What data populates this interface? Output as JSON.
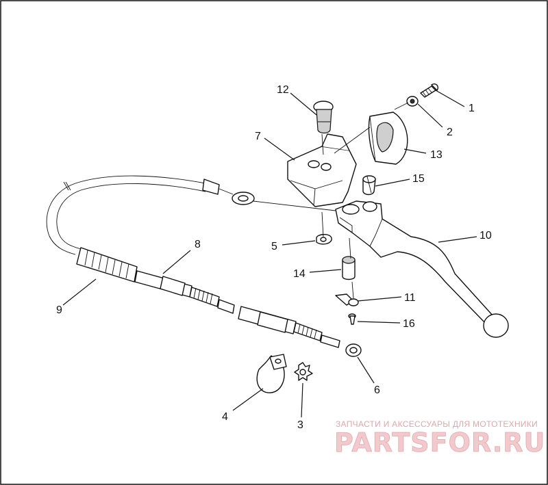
{
  "diagram": {
    "callouts": [
      {
        "id": "1",
        "label": "1"
      },
      {
        "id": "2",
        "label": "2"
      },
      {
        "id": "3",
        "label": "3"
      },
      {
        "id": "4",
        "label": "4"
      },
      {
        "id": "5",
        "label": "5"
      },
      {
        "id": "6",
        "label": "6"
      },
      {
        "id": "7",
        "label": "7"
      },
      {
        "id": "8",
        "label": "8"
      },
      {
        "id": "9",
        "label": "9"
      },
      {
        "id": "10",
        "label": "10"
      },
      {
        "id": "11",
        "label": "11"
      },
      {
        "id": "12",
        "label": "12"
      },
      {
        "id": "13",
        "label": "13"
      },
      {
        "id": "14",
        "label": "14"
      },
      {
        "id": "15",
        "label": "15"
      },
      {
        "id": "16",
        "label": "16"
      }
    ]
  },
  "watermark": {
    "tagline": "ЗАПЧАСТИ И АКСЕССУАРЫ ДЛЯ МОТОТЕХНИКИ",
    "brand": "PARTSFOR.RU",
    "color_light": "#f2c9cc",
    "color_outline": "#e0a8ad"
  }
}
